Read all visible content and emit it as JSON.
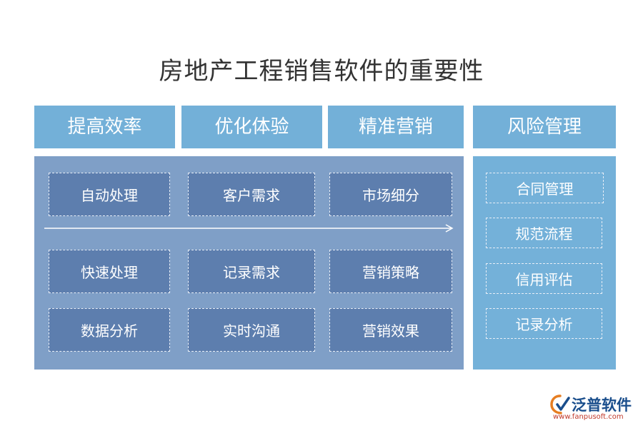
{
  "title": "房地产工程销售软件的重要性",
  "headers": [
    "提高效率",
    "优化体验",
    "精准营销",
    "风险管理"
  ],
  "main_columns": [
    [
      "自动处理",
      "快速处理",
      "数据分析"
    ],
    [
      "客户需求",
      "记录需求",
      "实时沟通"
    ],
    [
      "市场细分",
      "营销策略",
      "营销效果"
    ]
  ],
  "risk_items": [
    "合同管理",
    "规范流程",
    "信用评估",
    "记录分析"
  ],
  "logo": {
    "name": "泛普软件",
    "url": "www.fanpusoft.com"
  },
  "colors": {
    "header": "#73b0d8",
    "main_panel": "#7f9fc7",
    "main_box": "#5d7eae",
    "risk_panel": "#74b1d9",
    "title_text": "#333333",
    "logo_text": "#1a4e8c",
    "logo_url": "#c0392b"
  },
  "icons": {
    "arrow": "right-arrow-icon",
    "logo": "fanpu-logo-icon"
  }
}
